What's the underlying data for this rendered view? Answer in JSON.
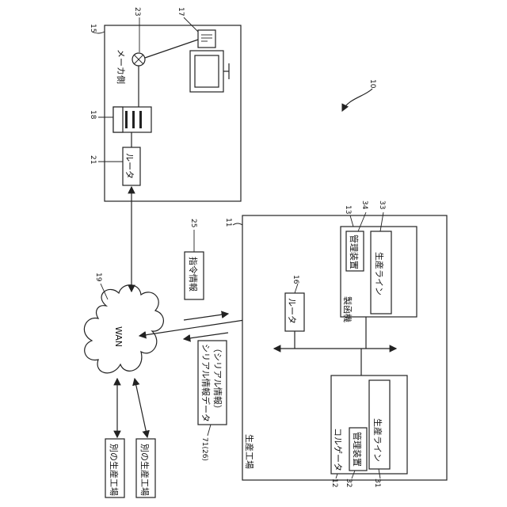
{
  "figure": {
    "ref_main": "10",
    "maker": {
      "ref": "15",
      "label": "メーカ側"
    },
    "pc": {
      "ref": "17"
    },
    "server": {
      "ref": "18"
    },
    "maker_router": {
      "ref": "21",
      "label": "ルータ"
    },
    "hub": {
      "ref": "23"
    },
    "wan": {
      "ref": "19",
      "label": "WAN"
    },
    "factory": {
      "ref": "11",
      "label": "生産工場"
    },
    "factory_router": {
      "ref": "16",
      "label": "ルータ"
    },
    "machine_a": {
      "ref": "13",
      "label": "製函機",
      "manager": {
        "ref": "34",
        "label": "管理装置"
      },
      "line": {
        "ref": "33",
        "label": "生産ライン"
      }
    },
    "machine_b": {
      "ref": "12",
      "label": "コルゲータ",
      "manager": {
        "ref": "32",
        "label": "管理装置"
      },
      "line": {
        "ref": "31",
        "label": "生産ライン"
      }
    },
    "command_info": {
      "ref": "25",
      "label": "指令情報"
    },
    "serial_data": {
      "ref": "71(26)",
      "line1": "シリアル情報データ",
      "line2": "（シリアル情報）"
    },
    "other_factory_1": "別の生産工場",
    "other_factory_2": "別の生産工場"
  }
}
